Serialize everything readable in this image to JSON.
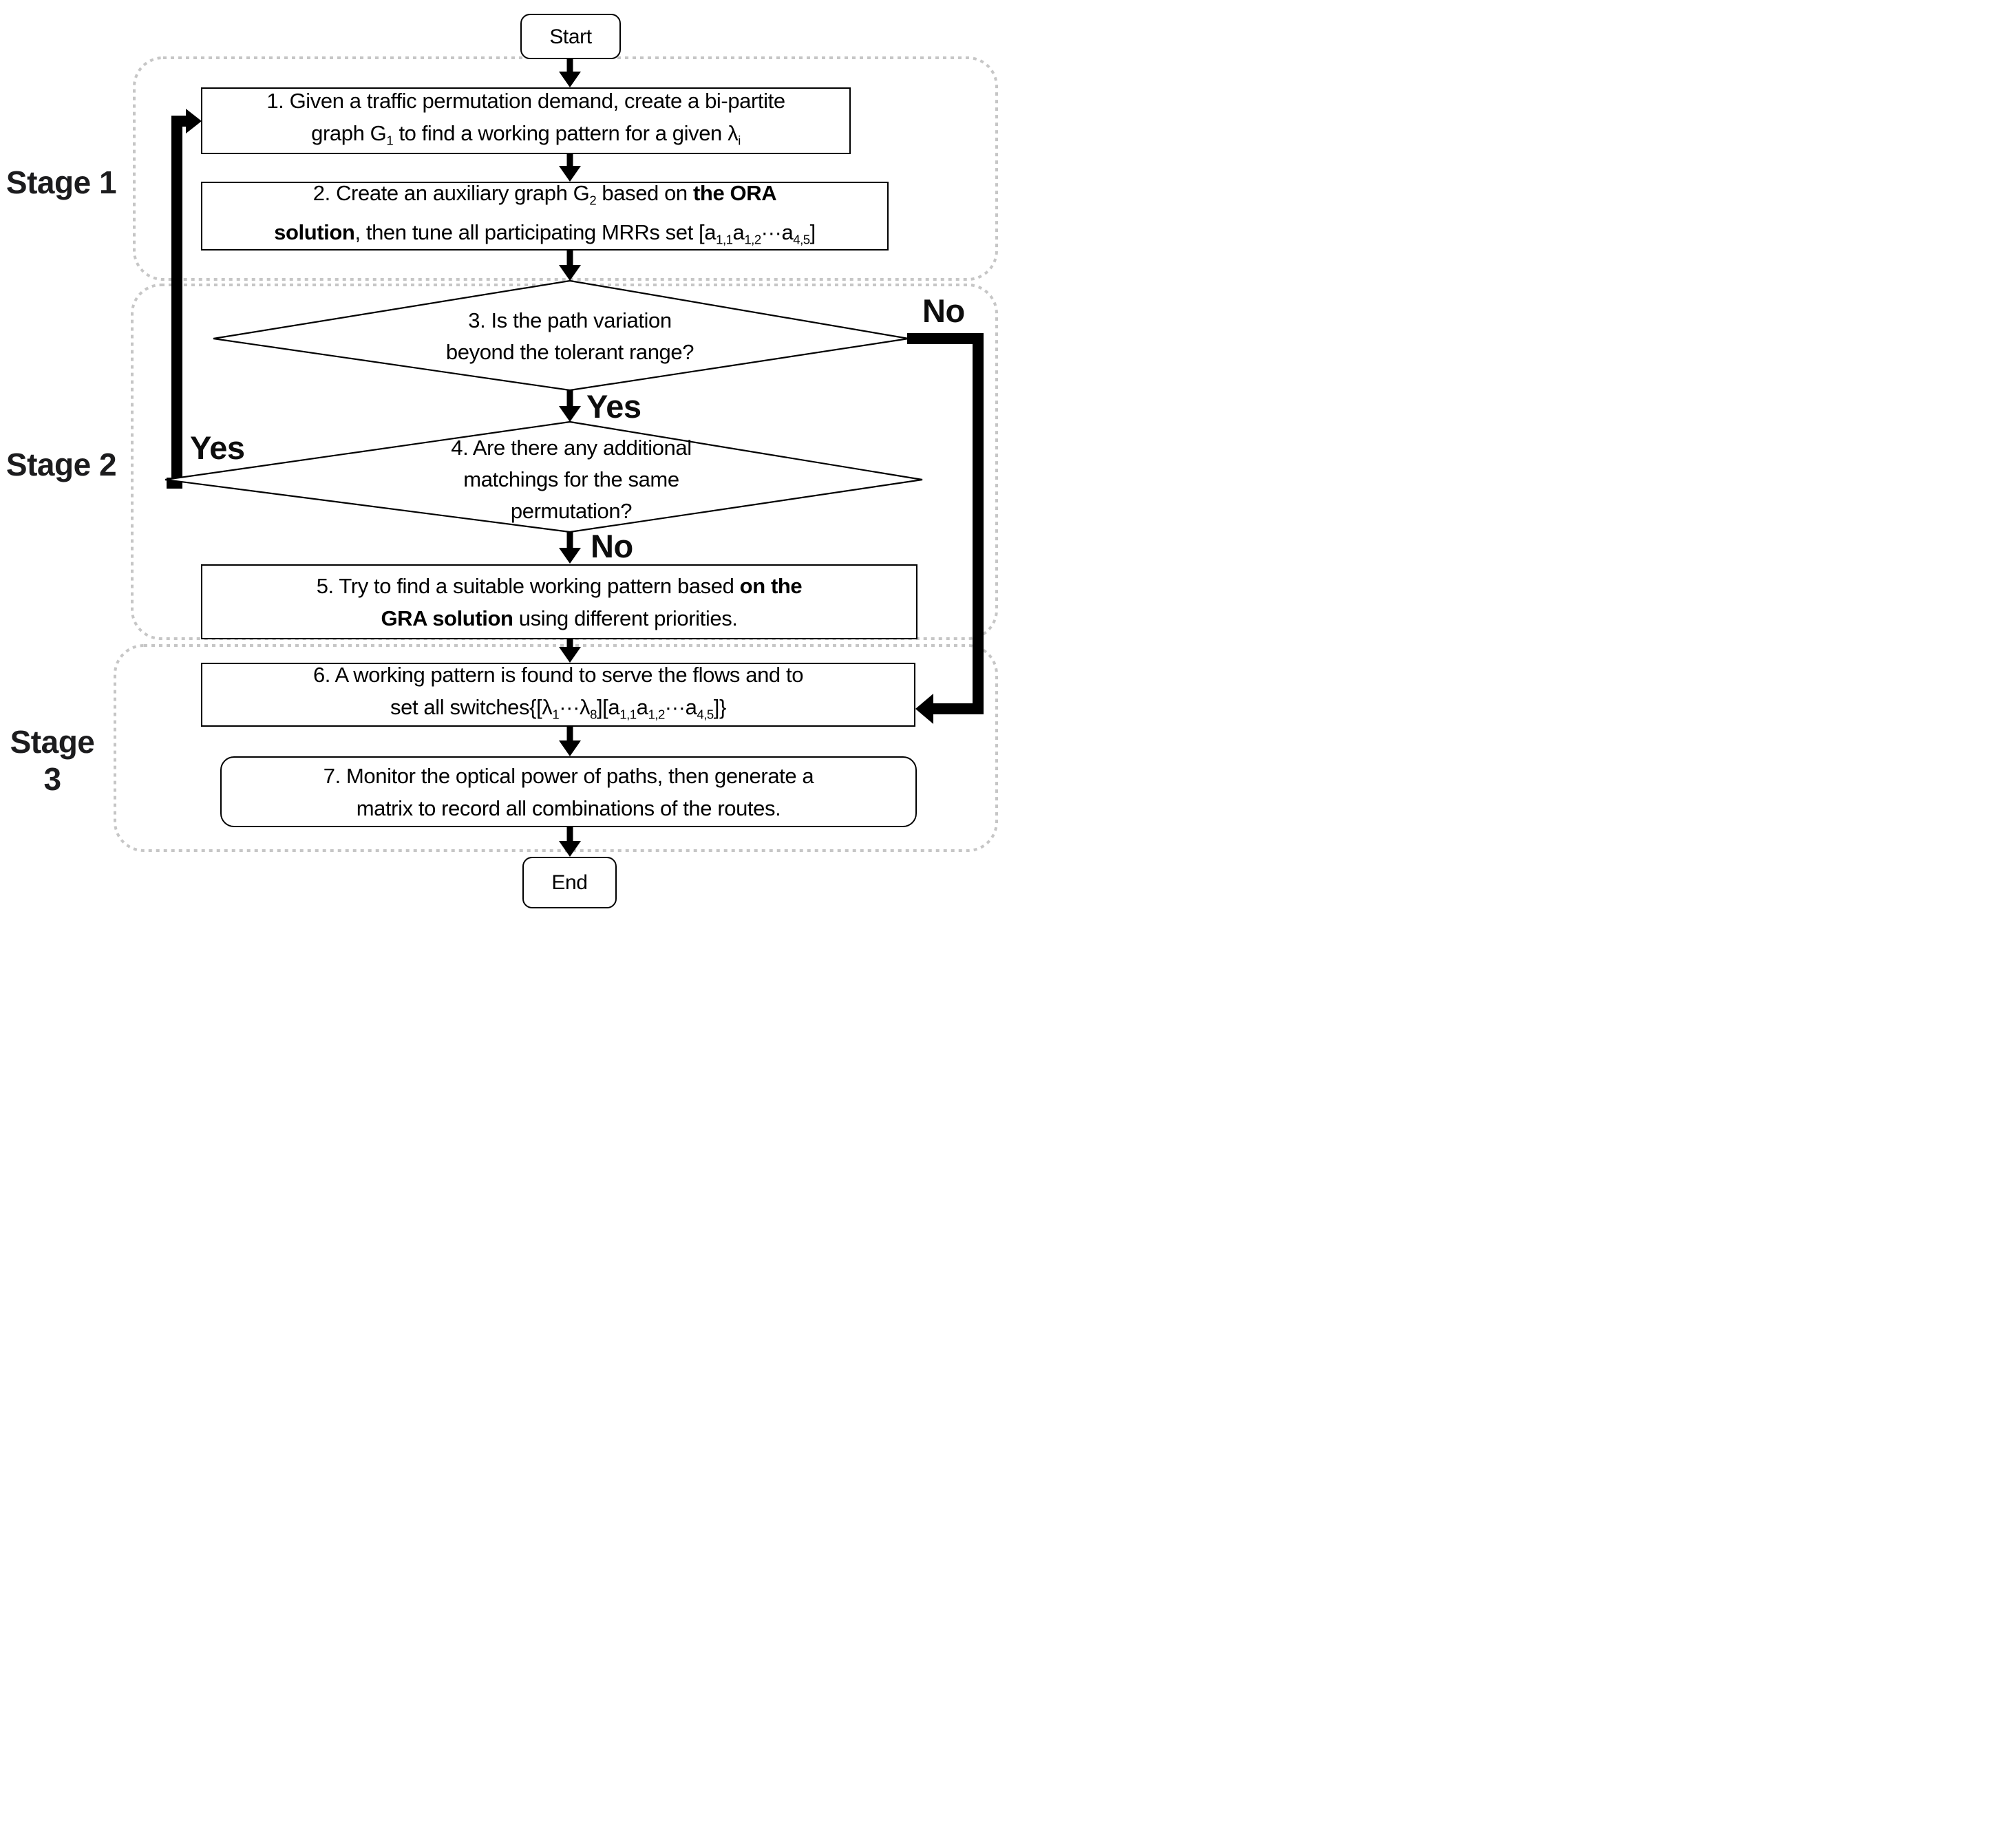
{
  "figure": {
    "type": "flowchart"
  },
  "colors": {
    "line": "#000000",
    "stage_border": "#c6c6c6",
    "background": "#ffffff",
    "text": "#000000"
  },
  "stages": [
    {
      "label": "Stage 1"
    },
    {
      "label": "Stage 2"
    },
    {
      "label": "Stage 3"
    }
  ],
  "terminals": {
    "start": "Start",
    "end": "End"
  },
  "steps": {
    "step1": {
      "line1": "1. Given a traffic permutation demand, create a bi-partite",
      "line2": [
        {
          "t": "graph G"
        },
        {
          "t": "1"
        },
        {
          "t": " to find a working pattern for a given λ"
        },
        {
          "t": "i"
        }
      ]
    },
    "step2": {
      "line1": [
        {
          "t": "2. Create an auxiliary graph G"
        },
        {
          "t": "2"
        },
        {
          "t": " based on "
        },
        {
          "t": "the ORA"
        }
      ],
      "line2": [
        {
          "t": "solution"
        },
        {
          "t": ", then tune all participating MRRs set [a"
        },
        {
          "t": "1,1"
        },
        {
          "t": "a"
        },
        {
          "t": "1,2"
        },
        {
          "t": "···a"
        },
        {
          "t": "4,5"
        },
        {
          "t": "]"
        }
      ]
    },
    "decision3": {
      "line1": "3. Is the path variation",
      "line2": "beyond the tolerant range?"
    },
    "decision4": {
      "line1": "4. Are there any additional",
      "line2": "matchings for the same",
      "line3": "permutation?"
    },
    "step5": {
      "line1": [
        {
          "t": "5. Try to find a suitable working pattern based "
        },
        {
          "t": "on the"
        }
      ],
      "line2": [
        {
          "t": "GRA solution"
        },
        {
          "t": " using different priorities."
        }
      ]
    },
    "step6": {
      "line1": "6. A working pattern is found to serve the flows and to",
      "line2": [
        {
          "t": "set all switches{[λ"
        },
        {
          "t": "1"
        },
        {
          "t": "···λ"
        },
        {
          "t": "8"
        },
        {
          "t": "][a"
        },
        {
          "t": "1,1"
        },
        {
          "t": "a"
        },
        {
          "t": "1,2"
        },
        {
          "t": "···a"
        },
        {
          "t": "4,5"
        },
        {
          "t": "]}"
        }
      ]
    },
    "step7": {
      "line1": "7. Monitor the optical power of paths, then generate a",
      "line2": "matrix to record all combinations of the routes."
    }
  },
  "edge_labels": {
    "d3_no": "No",
    "d3_yes": "Yes",
    "d4_yes": "Yes",
    "d4_no": "No"
  }
}
